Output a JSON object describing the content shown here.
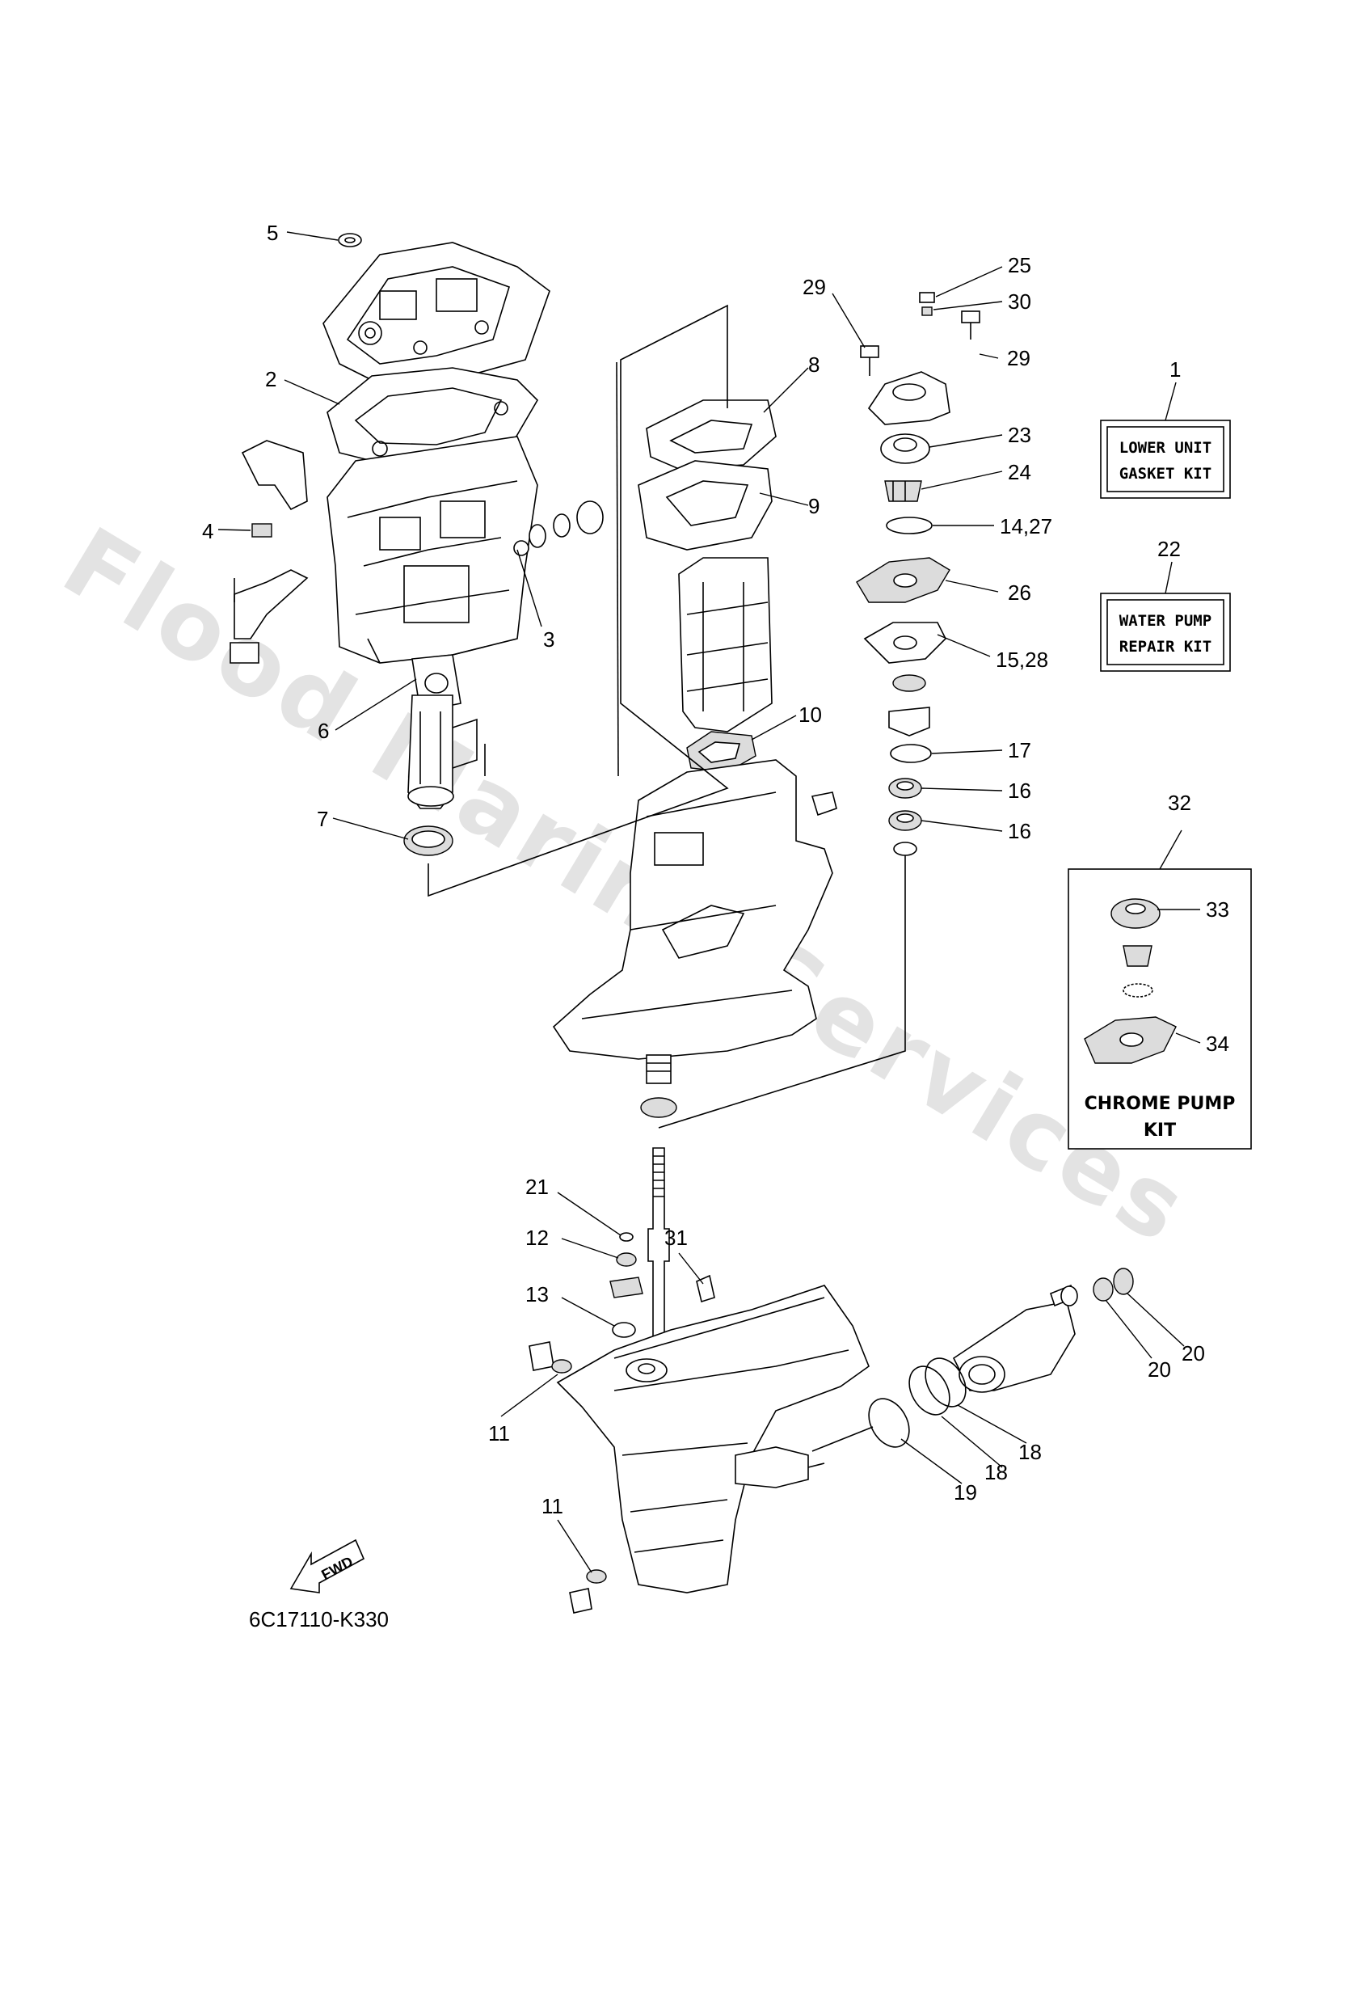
{
  "diagram": {
    "drawing_code": "6C17110-K330",
    "direction_label": "FWD",
    "watermark": "Flood Marine Services",
    "kits": {
      "lower_unit": {
        "ref": "1",
        "line1": "LOWER UNIT",
        "line2": "GASKET KIT"
      },
      "water_pump": {
        "ref": "22",
        "line1": "WATER PUMP",
        "line2": "REPAIR KIT"
      },
      "chrome_pump": {
        "ref": "32",
        "line1": "CHROME PUMP",
        "line2": "KIT"
      }
    },
    "callouts": {
      "c2": "2",
      "c3": "3",
      "c4": "4",
      "c5": "5",
      "c6": "6",
      "c7": "7",
      "c8": "8",
      "c9": "9",
      "c10": "10",
      "c11a": "11",
      "c11b": "11",
      "c12": "12",
      "c13": "13",
      "c1427": "14,27",
      "c1528": "15,28",
      "c16a": "16",
      "c16b": "16",
      "c17": "17",
      "c18a": "18",
      "c18b": "18",
      "c19": "19",
      "c20a": "20",
      "c20b": "20",
      "c21": "21",
      "c23": "23",
      "c24": "24",
      "c25": "25",
      "c26": "26",
      "c29a": "29",
      "c29b": "29",
      "c30": "30",
      "c31": "31",
      "c33": "33",
      "c34": "34"
    }
  }
}
